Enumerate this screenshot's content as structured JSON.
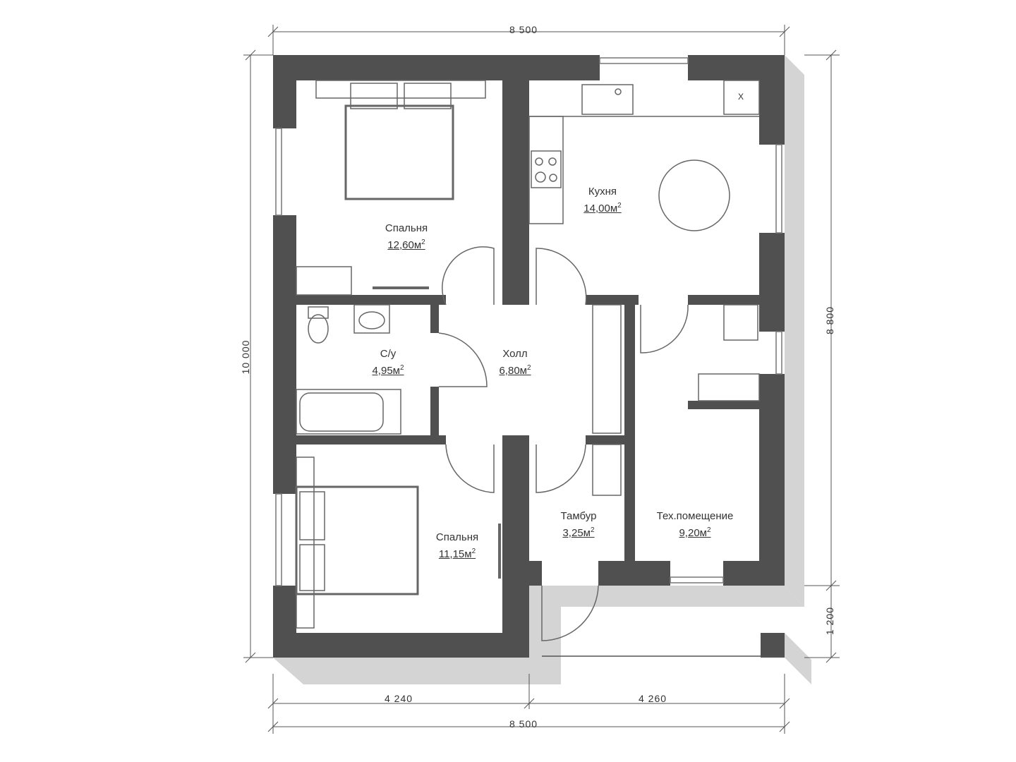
{
  "colors": {
    "wall": "#505050",
    "shadow": "#d4d4d4",
    "line": "#555555"
  },
  "dimensions": {
    "top_width": "8 500",
    "bottom_left": "4 240",
    "bottom_right": "4 260",
    "bottom_total": "8 500",
    "left_height": "10 000",
    "right_main": "8 800",
    "right_porch": "1 200"
  },
  "rooms": [
    {
      "name": "Спальня",
      "area": "12,60",
      "unit": "м",
      "exp": "2"
    },
    {
      "name": "Кухня",
      "area": "14,00",
      "unit": "м",
      "exp": "2"
    },
    {
      "name": "С/у",
      "area": "4,95",
      "unit": "м",
      "exp": "2"
    },
    {
      "name": "Холл",
      "area": "6,80",
      "unit": "м",
      "exp": "2"
    },
    {
      "name": "Спальня",
      "area": "11,15",
      "unit": "м",
      "exp": "2"
    },
    {
      "name": "Тамбур",
      "area": "3,25",
      "unit": "м",
      "exp": "2"
    },
    {
      "name": "Тех.помещение",
      "area": "9,20",
      "unit": "м",
      "exp": "2"
    }
  ],
  "fixtures": {
    "fridge_mark": "X"
  }
}
